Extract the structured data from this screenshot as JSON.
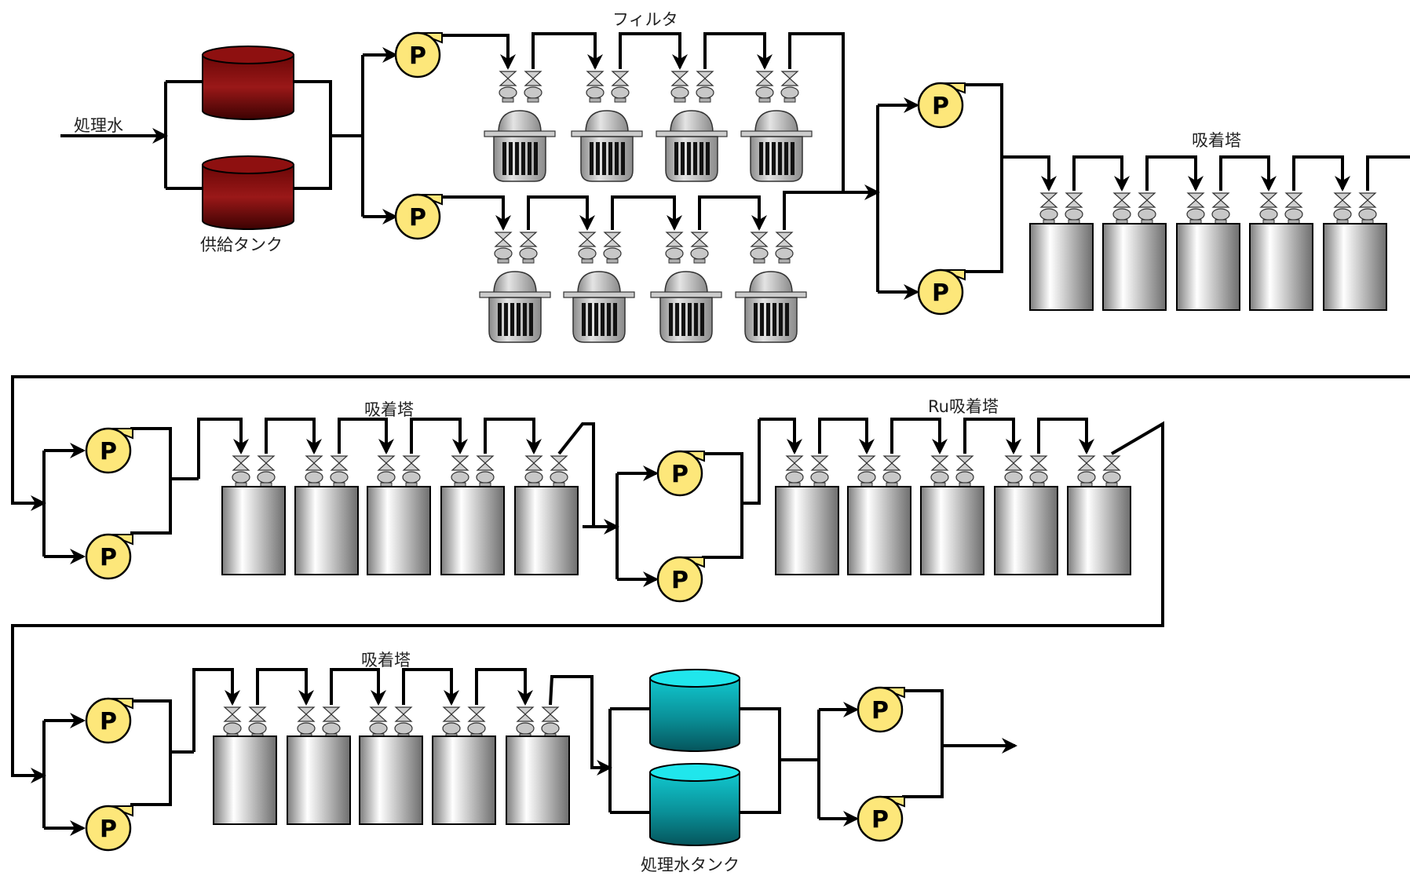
{
  "labels": {
    "inlet": "処理水",
    "supply_tank": "供給タンク",
    "filter": "フィルタ",
    "adsorber_1": "吸着塔",
    "adsorber_2": "吸着塔",
    "ru_adsorber": "Ru吸着塔",
    "adsorber_3": "吸着塔",
    "treated_tank": "処理水タンク",
    "pump_symbol": "P"
  },
  "colors": {
    "supply_tank": "#7a0a0a",
    "treated_tank": "#19d6dc",
    "pump_fill": "#fde77a",
    "pipe": "#000000",
    "vessel": "#b4b4b4"
  },
  "icons": [
    "pump-icon",
    "valve-icon",
    "filter-vessel-icon",
    "adsorption-column-icon",
    "tank-icon",
    "arrow-icon"
  ]
}
